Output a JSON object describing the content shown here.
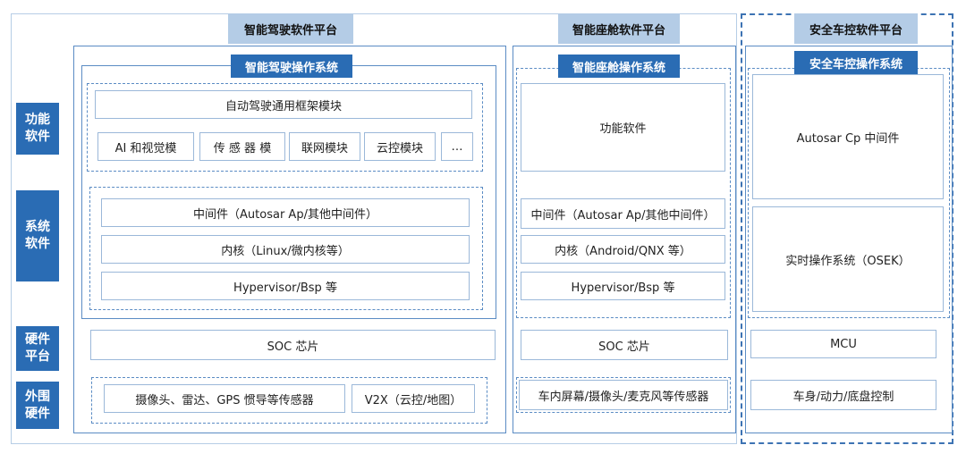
{
  "side_labels": {
    "function_software": "功能软件",
    "system_software": "系统软件",
    "hardware_platform": "硬件平台",
    "peripheral_hardware": "外围硬件"
  },
  "autonomous": {
    "platform_title": "智能驾驶软件平台",
    "os_title": "智能驾驶操作系统",
    "framework": "自动驾驶通用框架模块",
    "modules": [
      "AI 和视觉模",
      "传 感 器 模",
      "联网模块",
      "云控模块",
      "…"
    ],
    "middleware": "中间件（Autosar Ap/其他中间件）",
    "kernel": "内核（Linux/微内核等）",
    "hypervisor": "Hypervisor/Bsp 等",
    "soc": "SOC 芯片",
    "peripherals": [
      "摄像头、雷达、GPS 惯导等传感器",
      "V2X（云控/地图）"
    ]
  },
  "cockpit": {
    "platform_title": "智能座舱软件平台",
    "os_title": "智能座舱操作系统",
    "function_software": "功能软件",
    "middleware": "中间件（Autosar Ap/其他中间件）",
    "kernel": "内核（Android/QNX 等）",
    "hypervisor": "Hypervisor/Bsp 等",
    "soc": "SOC 芯片",
    "peripherals": "车内屏幕/摄像头/麦克风等传感器"
  },
  "safety": {
    "platform_title": "安全车控软件平台",
    "os_title": "安全车控操作系统",
    "middleware": "Autosar Cp 中间件",
    "rtos": "实时操作系统（OSEK）",
    "mcu": "MCU",
    "control": "车身/动力/底盘控制"
  }
}
